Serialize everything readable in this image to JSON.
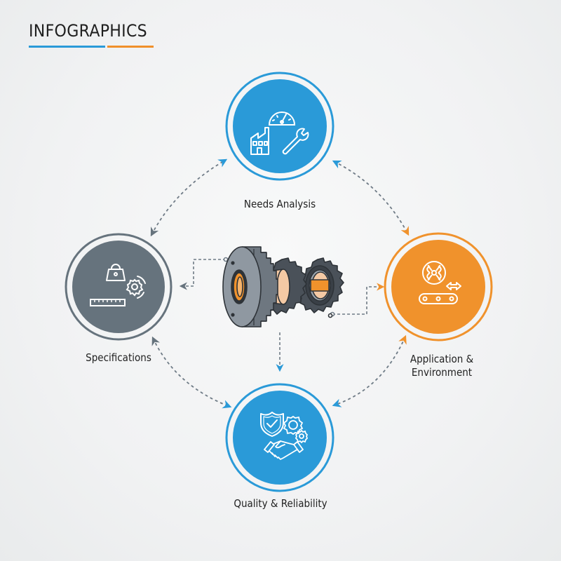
{
  "header": {
    "title": "INFOGRAPHICS",
    "underline_colors": {
      "left": "#2a9ad8",
      "right": "#f0902a"
    }
  },
  "colors": {
    "blue": "#2a9ad8",
    "gray": "#66737d",
    "orange": "#f0922c",
    "connector": "#6f7b86",
    "icon_stroke": "#ffffff"
  },
  "nodes": [
    {
      "id": "needs-analysis",
      "label": "Needs Analysis",
      "color": "blue",
      "icons": [
        "gauge-icon",
        "factory-icon",
        "wrench-icon"
      ]
    },
    {
      "id": "specifications",
      "label": "Specifications",
      "color": "gray",
      "icons": [
        "weight-icon",
        "gear-cycle-icon",
        "ruler-icon"
      ]
    },
    {
      "id": "application-environment",
      "label_lines": [
        "Application &",
        "Environment"
      ],
      "color": "orange",
      "icons": [
        "fan-icon",
        "double-arrow-icon",
        "conveyor-icon"
      ]
    },
    {
      "id": "quality-reliability",
      "label": "Quality & Reliability",
      "color": "blue",
      "icons": [
        "shield-check-icon",
        "gears-icon",
        "handshake-icon"
      ]
    }
  ],
  "center": {
    "name": "gear-assembly",
    "icon": "gear-assembly-icon"
  },
  "connectors": [
    {
      "from": "needs-analysis",
      "to": "specifications",
      "type": "bidirectional-dashed"
    },
    {
      "from": "needs-analysis",
      "to": "application-environment",
      "type": "bidirectional-dashed"
    },
    {
      "from": "specifications",
      "to": "quality-reliability",
      "type": "bidirectional-dashed"
    },
    {
      "from": "application-environment",
      "to": "quality-reliability",
      "type": "bidirectional-dashed"
    },
    {
      "from": "gear-assembly",
      "to": "specifications",
      "type": "dashed-elbow"
    },
    {
      "from": "gear-assembly",
      "to": "application-environment",
      "type": "dashed-elbow"
    },
    {
      "from": "gear-assembly",
      "to": "quality-reliability",
      "type": "dashed-straight"
    }
  ]
}
